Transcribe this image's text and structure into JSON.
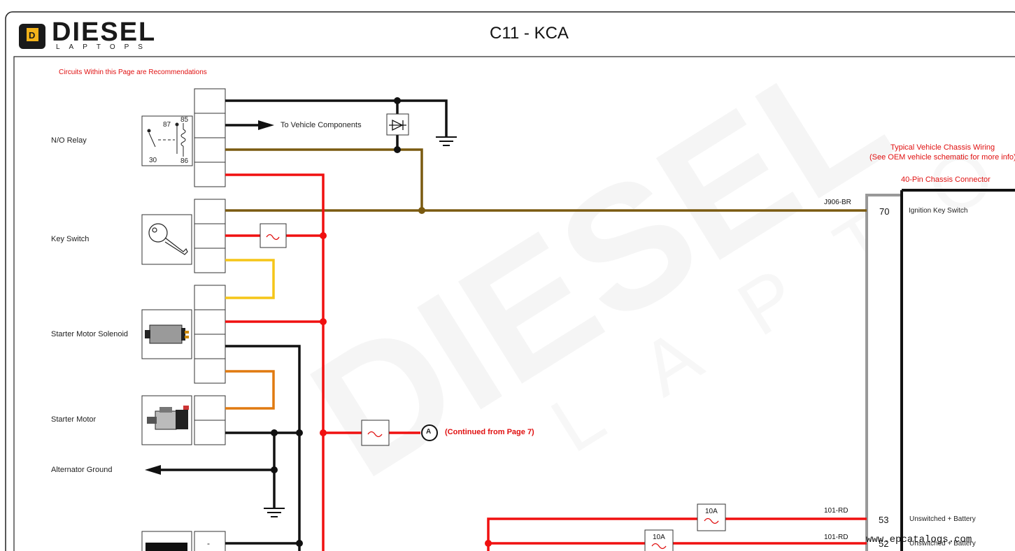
{
  "header": {
    "title": "C11 - KCA",
    "logo_main": "DIESEL",
    "logo_sub": "LAPTOPS"
  },
  "notes": {
    "recommendation": "Circuits Within this Page are Recommendations",
    "typical_wiring_line1": "Typical Vehicle Chassis Wiring",
    "typical_wiring_line2": "(See OEM vehicle schematic for more info)",
    "connector_title": "40-Pin Chassis Connector",
    "continued": "(Continued from  Page 7)",
    "to_components": "To Vehicle Components",
    "connector_A": "A"
  },
  "components": {
    "relay": "N/O Relay",
    "key_switch": "Key Switch",
    "starter_solenoid": "Starter Motor Solenoid",
    "starter_motor": "Starter Motor",
    "alternator_ground": "Alternator Ground"
  },
  "relay_pins": {
    "p85": "85",
    "p87": "87",
    "p30": "30",
    "p86": "86"
  },
  "connector_pins": [
    {
      "pin": "70",
      "wire": "J906-BR",
      "function": "Ignition Key Switch"
    },
    {
      "pin": "53",
      "wire": "101-RD",
      "function": "Unswitched + Battery",
      "fuse": "10A"
    },
    {
      "pin": "52",
      "wire": "101-RD",
      "function": "Unswitched + Battery",
      "fuse": "10A"
    }
  ],
  "battery_minus": "-",
  "watermark_url": "www.epcatalogs.com",
  "colors": {
    "red_wire": "#f01010",
    "brown_wire": "#7a5a10",
    "yellow_wire": "#f5c518",
    "orange_wire": "#e07a10",
    "black_wire": "#111111",
    "note_red": "#e01010"
  }
}
